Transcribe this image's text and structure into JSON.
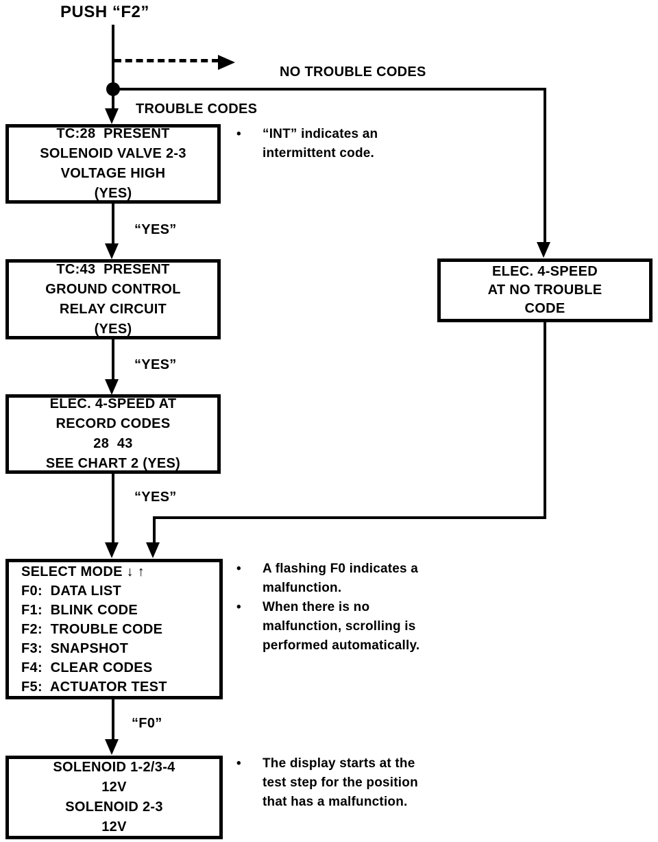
{
  "title": "PUSH “F2”",
  "branch_labels": {
    "no_trouble": "NO TROUBLE CODES",
    "trouble": "TROUBLE CODES",
    "yes1": "“YES”",
    "yes2": "“YES”",
    "yes3": "“YES”",
    "f0": "“F0”"
  },
  "boxes": {
    "tc28": {
      "lines": [
        "TC:28  PRESENT",
        "SOLENOID VALVE 2-3",
        "VOLTAGE HIGH",
        "(YES)"
      ]
    },
    "tc43": {
      "lines": [
        "TC:43  PRESENT",
        "GROUND CONTROL",
        "RELAY CIRCUIT",
        "(YES)"
      ]
    },
    "record_codes": {
      "lines": [
        "ELEC. 4-SPEED AT",
        "RECORD CODES",
        "28  43",
        "SEE CHART 2 (YES)"
      ]
    },
    "no_trouble_code": {
      "lines": [
        "ELEC. 4-SPEED",
        "AT NO TROUBLE",
        "CODE"
      ]
    },
    "select_mode": {
      "lines": [
        "SELECT MODE ↓ ↑",
        "F0:  DATA LIST",
        "F1:  BLINK CODE",
        "F2:  TROUBLE CODE",
        "F3:  SNAPSHOT",
        "F4:  CLEAR CODES",
        "F5:  ACTUATOR TEST"
      ]
    },
    "solenoid_test": {
      "lines": [
        "SOLENOID 1-2/3-4",
        "12V",
        "SOLENOID 2-3",
        "12V"
      ]
    }
  },
  "notes": {
    "int_note": {
      "bullet": "•",
      "text": "“INT” indicates an intermittent code."
    },
    "flashing_note": {
      "bullet": "•",
      "text": "A flashing F0 indicates a malfunction."
    },
    "scrolling_note": {
      "bullet": "•",
      "text": "When there is no malfunction, scrolling is performed automatically."
    },
    "display_note": {
      "bullet": "•",
      "text": "The display starts at the test step for the position that has a malfunction."
    }
  },
  "colors": {
    "ink": "#000000",
    "background": "#ffffff"
  }
}
